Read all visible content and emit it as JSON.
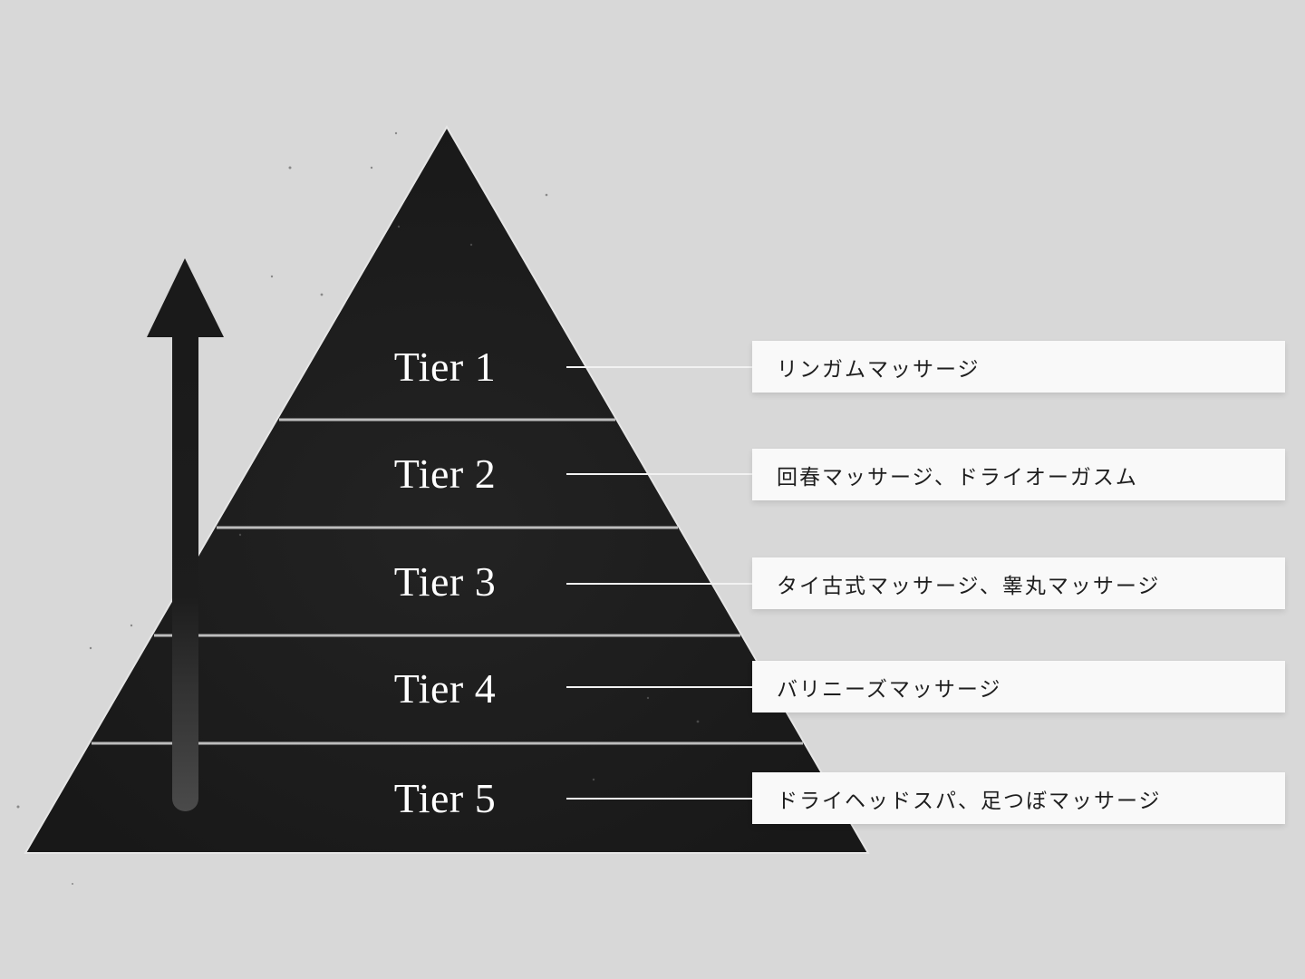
{
  "diagram": {
    "type": "pyramid",
    "direction_arrow": "up-arrow",
    "colors": {
      "background": "#d8d8d8",
      "pyramid_fill": "#1c1c1c",
      "separator": "#bdbdbd",
      "label_text": "#ffffff",
      "box_fill": "#f9f9f9",
      "box_text": "#1e1e1e"
    },
    "tiers": [
      {
        "label": "Tier 1",
        "description": "リンガムマッサージ"
      },
      {
        "label": "Tier 2",
        "description": "回春マッサージ、ドライオーガスム"
      },
      {
        "label": "Tier 3",
        "description": "タイ古式マッサージ、睾丸マッサージ"
      },
      {
        "label": "Tier 4",
        "description": "バリニーズマッサージ"
      },
      {
        "label": "Tier 5",
        "description": "ドライヘッドスパ、足つぼマッサージ"
      }
    ]
  }
}
